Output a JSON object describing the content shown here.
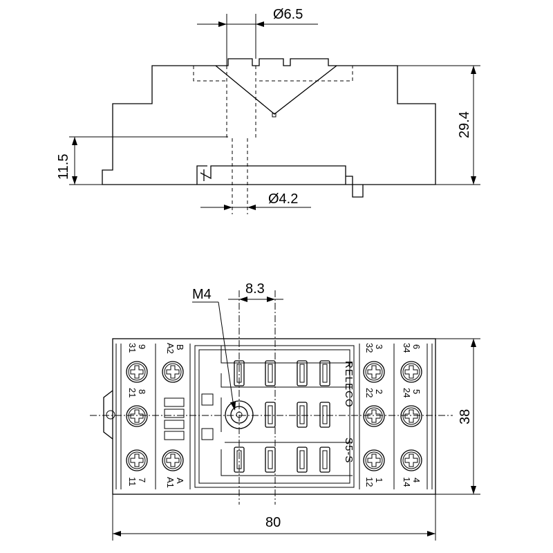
{
  "top_view": {
    "dim_hole_top": "Ø6.5",
    "dim_height": "29.4",
    "dim_rail": "11.5",
    "dim_hole_bottom": "Ø4.2"
  },
  "front_view": {
    "dim_screw": "M4",
    "dim_pitch": "8.3",
    "dim_width": "80",
    "dim_depth": "38",
    "brand": "RELECO",
    "model": "S5-S",
    "terminals": {
      "left_top_a": "9",
      "left_top_b": "31",
      "left_top_c": "B",
      "left_top_d": "A2",
      "left_mid_a": "8",
      "left_mid_b": "21",
      "left_bot_a": "7",
      "left_bot_b": "11",
      "left_bot_c": "A",
      "left_bot_d": "A1",
      "right_top_a": "3",
      "right_top_b": "32",
      "right_top_c": "6",
      "right_top_d": "34",
      "right_mid_a": "2",
      "right_mid_b": "22",
      "right_mid_c": "5",
      "right_mid_d": "24",
      "right_bot_a": "1",
      "right_bot_b": "12",
      "right_bot_c": "4",
      "right_bot_d": "14"
    }
  }
}
